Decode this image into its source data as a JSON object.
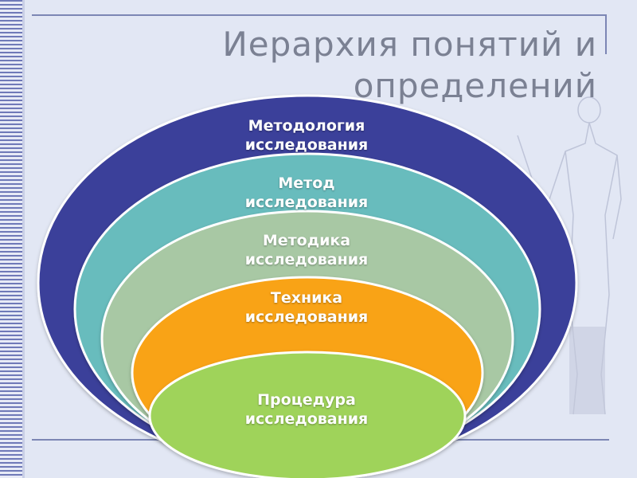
{
  "slide": {
    "title": "Иерархия понятий и определений"
  },
  "layers": [
    {
      "line1": "Методология",
      "line2": "исследования",
      "color": "#3b3f9a"
    },
    {
      "line1": "Метод",
      "line2": "исследования",
      "color": "#67bcbd"
    },
    {
      "line1": "Методика",
      "line2": "исследования",
      "color": "#a8c8a4"
    },
    {
      "line1": "Техника",
      "line2": "исследования",
      "color": "#f9a316"
    },
    {
      "line1": "Процедура",
      "line2": "исследования",
      "color": "#9fd35a"
    }
  ],
  "colors": {
    "background": "#e2e7f4",
    "title": "#7b8193",
    "rule": "#7c86b4"
  }
}
